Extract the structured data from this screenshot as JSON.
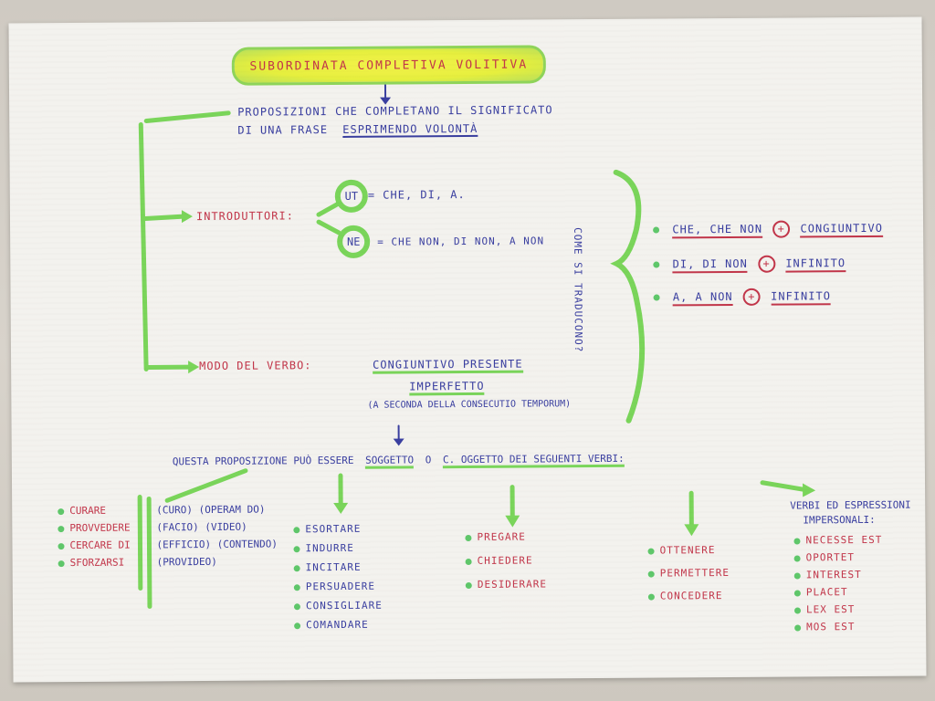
{
  "title": "SUBORDINATA COMPLETIVA VOLITIVA",
  "definition": {
    "line1": "PROPOSIZIONI CHE COMPLETANO IL SIGNIFICATO",
    "line2_prefix": "DI UNA FRASE",
    "line2_emph": "ESPRIMENDO VOLONTÀ"
  },
  "introduttori": {
    "label": "INTRODUTTORI:",
    "ut": {
      "circle": "UT",
      "text": "= CHE, DI, A."
    },
    "ne": {
      "circle": "NE",
      "text": "= CHE NON, DI NON, A NON"
    }
  },
  "si_traducono": {
    "label": "COME SI TRADUCONO?",
    "items": [
      {
        "left": "CHE, CHE NON",
        "right": "CONGIUNTIVO"
      },
      {
        "left": "DI, DI NON",
        "right": "INFINITO"
      },
      {
        "left": "A, A NON",
        "right": "INFINITO"
      }
    ]
  },
  "modo": {
    "label": "MODO DEL VERBO:",
    "line1": "CONGIUNTIVO PRESENTE",
    "line2": "IMPERFETTO",
    "note": "(A SECONDA DELLA CONSECUTIO TEMPORUM)"
  },
  "sentence": {
    "prefix": "QUESTA PROPOSIZIONE PUÒ ESSERE",
    "sogg": "SOGGETTO",
    "o": "O",
    "rest": "C. OGGETTO DEI SEGUENTI VERBI:"
  },
  "col1": {
    "verbs": [
      "CURARE",
      "PROVVEDERE",
      "CERCARE DI",
      "SFORZARSI"
    ],
    "latin": [
      "(CURO) (OPERAM DO)",
      "(FACIO) (VIDEO)",
      "(EFFICIO) (CONTENDO)",
      "(PROVIDEO)"
    ]
  },
  "col2": [
    "ESORTARE",
    "INDURRE",
    "INCITARE",
    "PERSUADERE",
    "CONSIGLIARE",
    "COMANDARE"
  ],
  "col3": [
    "PREGARE",
    "CHIEDERE",
    "DESIDERARE"
  ],
  "col4": [
    "OTTENERE",
    "PERMETTERE",
    "CONCEDERE"
  ],
  "col5": {
    "title1": "VERBI ED ESPRESSIONI",
    "title2": "IMPERSONALI:",
    "items": [
      "NECESSE EST",
      "OPORTET",
      "INTEREST",
      "PLACET",
      "LEX EST",
      "MOS EST"
    ]
  },
  "colors": {
    "green": "#7ad55a",
    "blue": "#3a3fa0",
    "red": "#c2364a",
    "yellow": "#f4f24a"
  }
}
